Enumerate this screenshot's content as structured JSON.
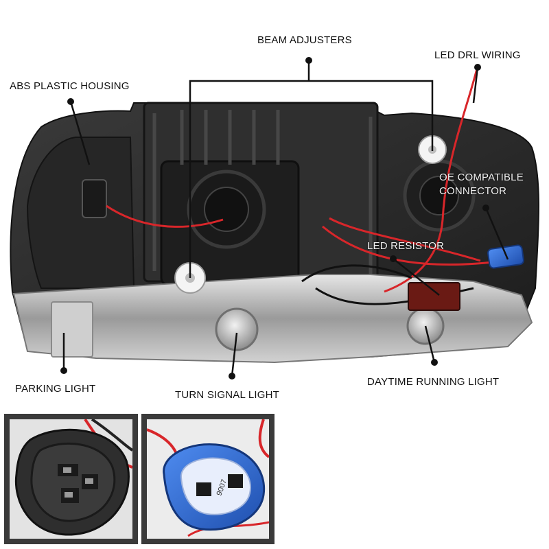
{
  "labels": {
    "beam_adjusters": "BEAM ADJUSTERS",
    "led_drl_wiring": "LED DRL WIRING",
    "abs_plastic_housing": "ABS PLASTIC HOUSING",
    "oe_compatible_connector_line1": "OE COMPATIBLE",
    "oe_compatible_connector_line2": "CONNECTOR",
    "led_resistor": "LED RESISTOR",
    "parking_light": "PARKING LIGHT",
    "turn_signal_light": "TURN SIGNAL LIGHT",
    "daytime_running_light": "DAYTIME RUNNING LIGHT"
  },
  "connector_marking": "9007",
  "colors": {
    "callout_line": "#111111",
    "housing": "#2b2b2b",
    "chrome": "#b8b8b8",
    "wire_red": "#d8262a",
    "connector_blue": "#2f6fd6",
    "resistor": "#6a1a14",
    "inset_frame": "#3a3a3a"
  }
}
